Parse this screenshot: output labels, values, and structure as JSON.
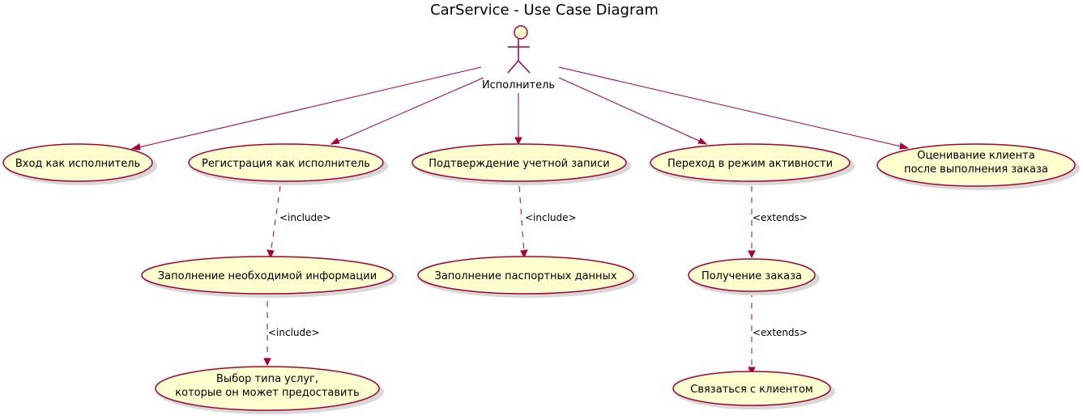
{
  "title": "CarService - Use Case Diagram",
  "colors": {
    "usecase_fill": "#FEFECE",
    "border": "#A80036"
  },
  "actor": {
    "name": "Исполнитель"
  },
  "use_cases": {
    "login": "Вход как исполнитель",
    "register": "Регистрация как исполнитель",
    "confirm": "Подтверждение учетной записи",
    "activity": "Переход в режим активности",
    "rate_line1": "Оценивание клиента",
    "rate_line2": "после выполнения заказа",
    "fill_info": "Заполнение необходимой информации",
    "passport": "Заполнение паспортных данных",
    "get_order": "Получение заказа",
    "service_line1": "Выбор типа услуг,",
    "service_line2": "которые он может предоставить",
    "contact": "Связаться с клиентом"
  },
  "relations": {
    "include_1": "<include>",
    "include_2": "<include>",
    "include_3": "<include>",
    "extends_1": "<extends>",
    "extends_2": "<extends>"
  }
}
